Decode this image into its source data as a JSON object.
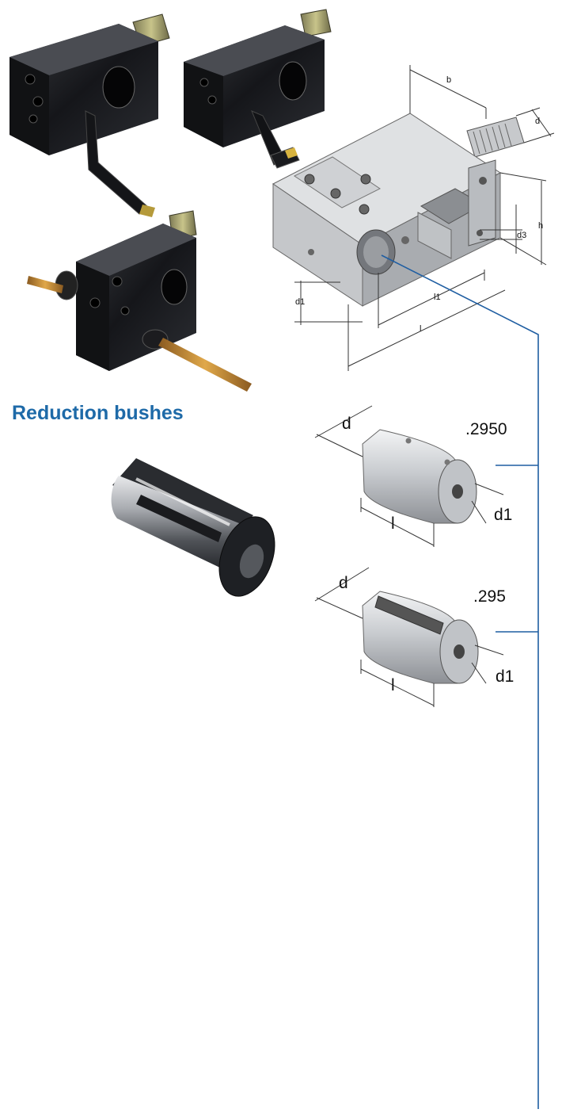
{
  "section_heading": "Reduction bushes",
  "block_dimensions": {
    "labels": [
      "b",
      "d",
      "h",
      "d3",
      "d1",
      "l1",
      "l"
    ]
  },
  "bush_solid": {
    "code": ".2950",
    "labels": {
      "d": "d",
      "l": "l",
      "d1": "d1"
    }
  },
  "bush_slotted": {
    "code": ".295",
    "labels": {
      "d": "d",
      "l": "l",
      "d1": "d1"
    }
  },
  "colors": {
    "heading": "#1e6aa8",
    "leader_line": "#1f5ea2",
    "dimension_lines": "#333333",
    "metal_light": "#d9dbdd",
    "tool_body_dark": "#1c1d20"
  }
}
